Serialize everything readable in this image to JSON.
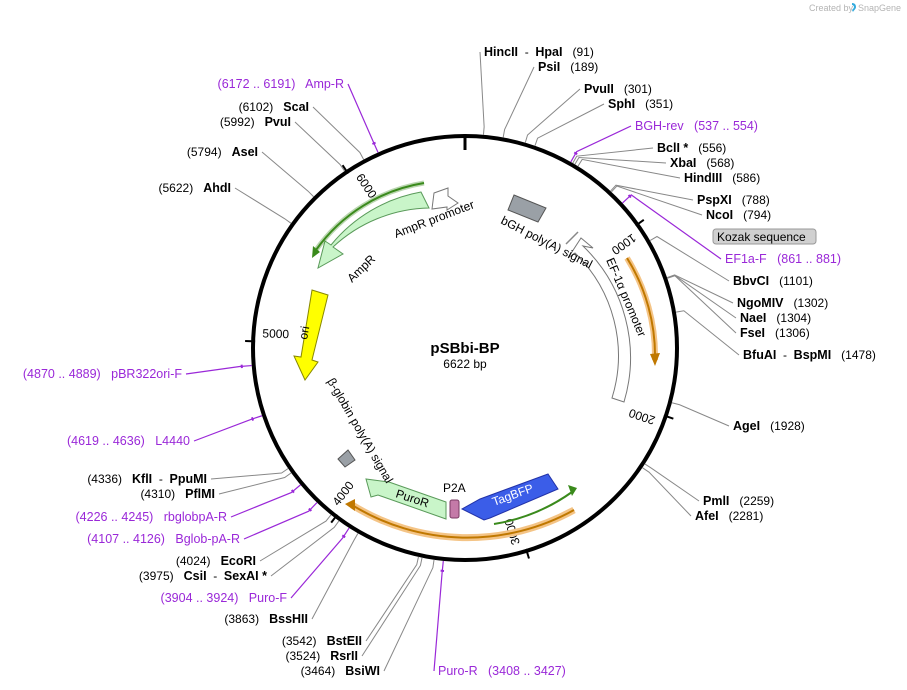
{
  "brand": {
    "created_by": "Created by",
    "name": "SnapGene"
  },
  "plasmid": {
    "name": "pSBbi-BP",
    "length": "6622 bp"
  },
  "kozak": {
    "label": "Kozak sequence"
  },
  "features": {
    "bgh_polya": "bGH poly(A) signal",
    "ef1a_promoter": "EF-1α promoter",
    "ampr_promoter": "AmpR promoter",
    "ampr": "AmpR",
    "ori": "ori",
    "beta_globin_polya": "β-globin poly(A) signal",
    "puror": "PuroR",
    "p2a": "P2A",
    "tagbfp": "TagBFP"
  },
  "ticks": [
    {
      "label": "1000",
      "bp": 1000
    },
    {
      "label": "2000",
      "bp": 2000
    },
    {
      "label": "3000",
      "bp": 3000
    },
    {
      "label": "4000",
      "bp": 4000
    },
    {
      "label": "5000",
      "bp": 5000
    },
    {
      "label": "6000",
      "bp": 6000
    }
  ],
  "sites": [
    {
      "id": "hincii-hpai",
      "parts": [
        [
          "HincII",
          "e"
        ],
        [
          "  -  ",
          "s"
        ],
        [
          "HpaI",
          "e"
        ],
        [
          "   (91)",
          "p"
        ]
      ],
      "bp": 91
    },
    {
      "id": "psii",
      "parts": [
        [
          "PsiI",
          "e"
        ],
        [
          "   (189)",
          "p"
        ]
      ],
      "bp": 189
    },
    {
      "id": "pvuii",
      "parts": [
        [
          "PvuII",
          "e"
        ],
        [
          "   (301)",
          "p"
        ]
      ],
      "bp": 301
    },
    {
      "id": "sphi",
      "parts": [
        [
          "SphI",
          "e"
        ],
        [
          "   (351)",
          "p"
        ]
      ],
      "bp": 351
    },
    {
      "id": "bgh-rev",
      "parts": [
        [
          "BGH-rev   (537 .. 554)",
          "v"
        ]
      ],
      "bp": 545
    },
    {
      "id": "bcli",
      "parts": [
        [
          "BclI *",
          "e"
        ],
        [
          "   (556)",
          "p"
        ]
      ],
      "bp": 556
    },
    {
      "id": "xbai",
      "parts": [
        [
          "XbaI",
          "e"
        ],
        [
          "   (568)",
          "p"
        ]
      ],
      "bp": 568
    },
    {
      "id": "hindiii",
      "parts": [
        [
          "HindIII",
          "e"
        ],
        [
          "   (586)",
          "p"
        ]
      ],
      "bp": 586
    },
    {
      "id": "pspxi",
      "parts": [
        [
          "PspXI",
          "e"
        ],
        [
          "   (788)",
          "p"
        ]
      ],
      "bp": 788
    },
    {
      "id": "ncoi",
      "parts": [
        [
          "NcoI",
          "e"
        ],
        [
          "   (794)",
          "p"
        ]
      ],
      "bp": 794
    },
    {
      "id": "ef1a-f",
      "parts": [
        [
          "EF1a-F   (861 .. 881)",
          "v"
        ]
      ],
      "bp": 871
    },
    {
      "id": "bbvci",
      "parts": [
        [
          "BbvCI",
          "e"
        ],
        [
          "   (1101)",
          "p"
        ]
      ],
      "bp": 1101
    },
    {
      "id": "ngomiv",
      "parts": [
        [
          "NgoMIV",
          "e"
        ],
        [
          "   (1302)",
          "p"
        ]
      ],
      "bp": 1302
    },
    {
      "id": "naei",
      "parts": [
        [
          "NaeI",
          "e"
        ],
        [
          "   (1304)",
          "p"
        ]
      ],
      "bp": 1304
    },
    {
      "id": "fsei",
      "parts": [
        [
          "FseI",
          "e"
        ],
        [
          "   (1306)",
          "p"
        ]
      ],
      "bp": 1306
    },
    {
      "id": "bfuai-bspmi",
      "parts": [
        [
          "BfuAI",
          "e"
        ],
        [
          "  -  ",
          "s"
        ],
        [
          "BspMI",
          "e"
        ],
        [
          "   (1478)",
          "p"
        ]
      ],
      "bp": 1478
    },
    {
      "id": "agei",
      "parts": [
        [
          "AgeI",
          "e"
        ],
        [
          "   (1928)",
          "p"
        ]
      ],
      "bp": 1928
    },
    {
      "id": "pmli",
      "parts": [
        [
          "PmlI",
          "e"
        ],
        [
          "   (2259)",
          "p"
        ]
      ],
      "bp": 2259
    },
    {
      "id": "afei",
      "parts": [
        [
          "AfeI",
          "e"
        ],
        [
          "   (2281)",
          "p"
        ]
      ],
      "bp": 2281
    },
    {
      "id": "puro-r",
      "parts": [
        [
          "Puro-R   (3408 .. 3427)",
          "v"
        ]
      ],
      "bp": 3418
    },
    {
      "id": "bsiwi",
      "parts": [
        [
          "(3464)   ",
          "p"
        ],
        [
          "BsiWI",
          "e"
        ]
      ],
      "bp": 3464
    },
    {
      "id": "rsrii",
      "parts": [
        [
          "(3524)   ",
          "p"
        ],
        [
          "RsrII",
          "e"
        ]
      ],
      "bp": 3524
    },
    {
      "id": "bsteii",
      "parts": [
        [
          "(3542)   ",
          "p"
        ],
        [
          "BstEII",
          "e"
        ]
      ],
      "bp": 3542
    },
    {
      "id": "bsshii",
      "parts": [
        [
          "(3863)   ",
          "p"
        ],
        [
          "BssHII",
          "e"
        ]
      ],
      "bp": 3863
    },
    {
      "id": "puro-f",
      "parts": [
        [
          "(3904 .. 3924)   Puro-F",
          "v"
        ]
      ],
      "bp": 3914
    },
    {
      "id": "csii-sexai",
      "parts": [
        [
          "(3975)   ",
          "p"
        ],
        [
          "CsiI",
          "e"
        ],
        [
          "  -  ",
          "s"
        ],
        [
          "SexAI *",
          "e"
        ]
      ],
      "bp": 3975
    },
    {
      "id": "ecori",
      "parts": [
        [
          "(4024)   ",
          "p"
        ],
        [
          "EcoRI",
          "e"
        ]
      ],
      "bp": 4024
    },
    {
      "id": "bglob-pa-r",
      "parts": [
        [
          "(4107 .. 4126)   Bglob-pA-R",
          "v"
        ]
      ],
      "bp": 4116
    },
    {
      "id": "rbglobpa-r",
      "parts": [
        [
          "(4226 .. 4245)   rbglobpA-R",
          "v"
        ]
      ],
      "bp": 4235
    },
    {
      "id": "pflmi",
      "parts": [
        [
          "(4310)   ",
          "p"
        ],
        [
          "PflMI",
          "e"
        ]
      ],
      "bp": 4310
    },
    {
      "id": "kfli-ppumi",
      "parts": [
        [
          "(4336)   ",
          "p"
        ],
        [
          "KflI",
          "e"
        ],
        [
          "  -  ",
          "s"
        ],
        [
          "PpuMI",
          "e"
        ]
      ],
      "bp": 4336
    },
    {
      "id": "l4440",
      "parts": [
        [
          "(4619 .. 4636)   L4440",
          "v"
        ]
      ],
      "bp": 4627
    },
    {
      "id": "pbr322ori-f",
      "parts": [
        [
          "(4870 .. 4889)   pBR322ori-F",
          "v"
        ]
      ],
      "bp": 4880
    },
    {
      "id": "ahdi",
      "parts": [
        [
          "(5622)   ",
          "p"
        ],
        [
          "AhdI",
          "e"
        ]
      ],
      "bp": 5622
    },
    {
      "id": "asei",
      "parts": [
        [
          "(5794)   ",
          "p"
        ],
        [
          "AseI",
          "e"
        ]
      ],
      "bp": 5794
    },
    {
      "id": "pvui",
      "parts": [
        [
          "(5992)   ",
          "p"
        ],
        [
          "PvuI",
          "e"
        ]
      ],
      "bp": 5992
    },
    {
      "id": "scai",
      "parts": [
        [
          "(6102)   ",
          "p"
        ],
        [
          "ScaI",
          "e"
        ]
      ],
      "bp": 6102
    },
    {
      "id": "amp-r",
      "parts": [
        [
          "(6172 .. 6191)   Amp-R",
          "v"
        ]
      ],
      "bp": 6181
    }
  ]
}
